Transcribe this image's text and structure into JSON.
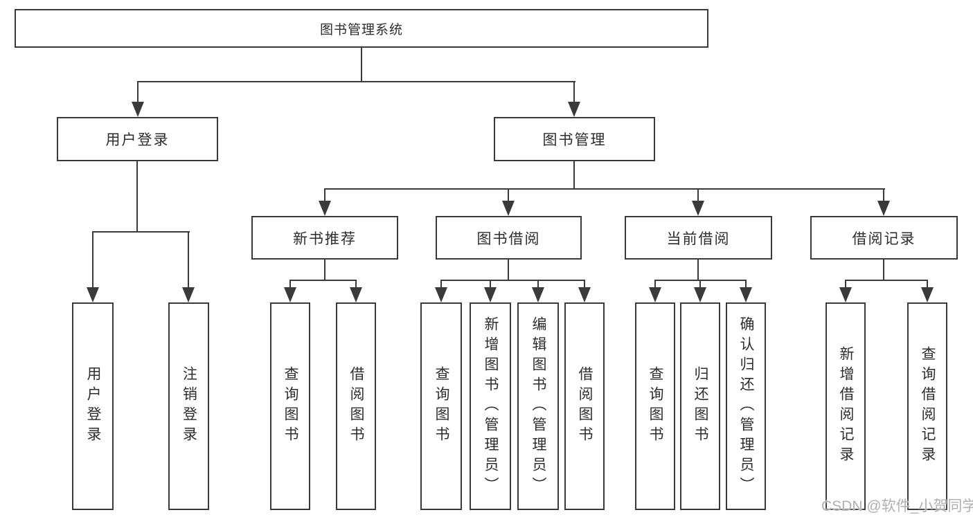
{
  "colors": {
    "background": "#ffffff",
    "line": "#3a3a3a",
    "text": "#2d2d2d",
    "watermark": "#b0b0b0"
  },
  "tree": {
    "root": {
      "label": "图书管理系统",
      "children": [
        {
          "label": "用户登录",
          "children": [
            {
              "label": "用户登录"
            },
            {
              "label": "注销登录"
            }
          ]
        },
        {
          "label": "图书管理",
          "children": [
            {
              "label": "新书推荐",
              "children": [
                {
                  "label": "查询图书"
                },
                {
                  "label": "借阅图书"
                }
              ]
            },
            {
              "label": "图书借阅",
              "children": [
                {
                  "label": "查询图书"
                },
                {
                  "label": "新增图书（管理员）"
                },
                {
                  "label": "编辑图书（管理员）"
                },
                {
                  "label": "借阅图书"
                }
              ]
            },
            {
              "label": "当前借阅",
              "children": [
                {
                  "label": "查询图书"
                },
                {
                  "label": "归还图书"
                },
                {
                  "label": "确认归还（管理员）"
                }
              ]
            },
            {
              "label": "借阅记录",
              "children": [
                {
                  "label": "新增借阅记录"
                },
                {
                  "label": "查询借阅记录"
                }
              ]
            }
          ]
        }
      ]
    }
  },
  "watermark": {
    "text": "CSDN @软件_小贺同学"
  }
}
